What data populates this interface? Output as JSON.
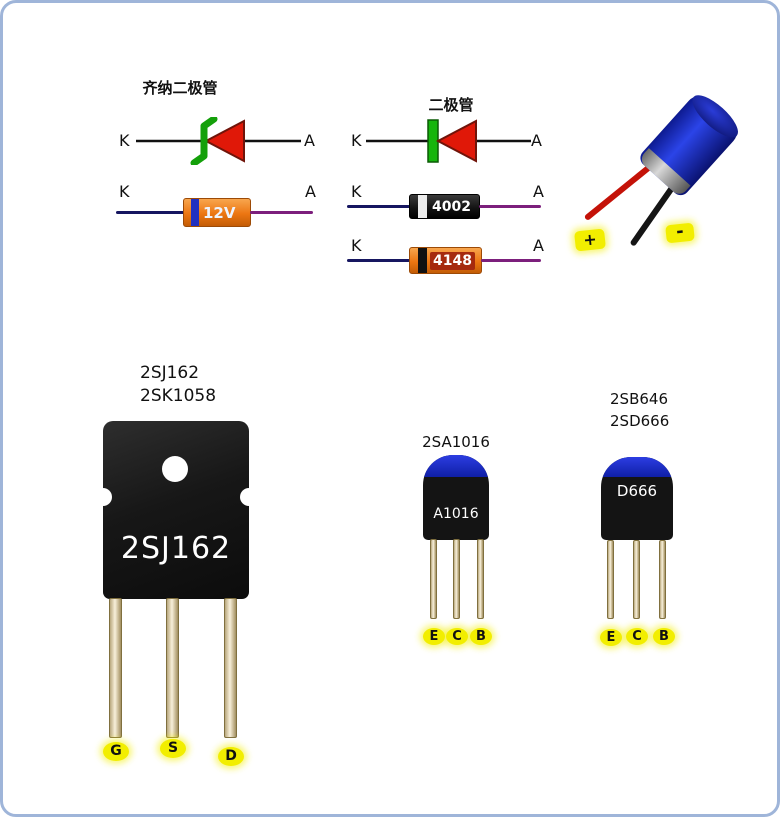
{
  "colors": {
    "border": "#9fb5d9",
    "lead_cathode_side": "#161660",
    "lead_anode_side": "#7c1f7c",
    "zener_body": "#ef7e1a",
    "diode_4002_body": "#1a1a1a",
    "diode_4148_body": "#ef7e1a",
    "pin_label_bg": "#f2ee00",
    "symbol_triangle_red": "#e01808",
    "symbol_bar_green": "#16b50c",
    "capacitor_body_blue": "#1b2cc0",
    "package_black": "#141414"
  },
  "zener": {
    "title": "齐纳二极管",
    "symbol_left": "K",
    "symbol_right": "A",
    "phys_left": "K",
    "phys_right": "A",
    "body_label": "12V"
  },
  "diode": {
    "title": "二极管",
    "symbol_left": "K",
    "symbol_right": "A",
    "d4002": {
      "left": "K",
      "right": "A",
      "label": "4002"
    },
    "d4148": {
      "left": "K",
      "right": "A",
      "label": "4148"
    }
  },
  "capacitor": {
    "plus": "+",
    "minus": "-"
  },
  "mosfet": {
    "title1": "2SJ162",
    "title2": "2SK1058",
    "body_label": "2SJ162",
    "pins": [
      "G",
      "S",
      "D"
    ]
  },
  "sa1016": {
    "title": "2SA1016",
    "body_label": "A1016",
    "pins": [
      "E",
      "C",
      "B"
    ]
  },
  "sb646": {
    "title1": "2SB646",
    "title2": "2SD666",
    "body_label": "D666",
    "pins": [
      "E",
      "C",
      "B"
    ]
  }
}
